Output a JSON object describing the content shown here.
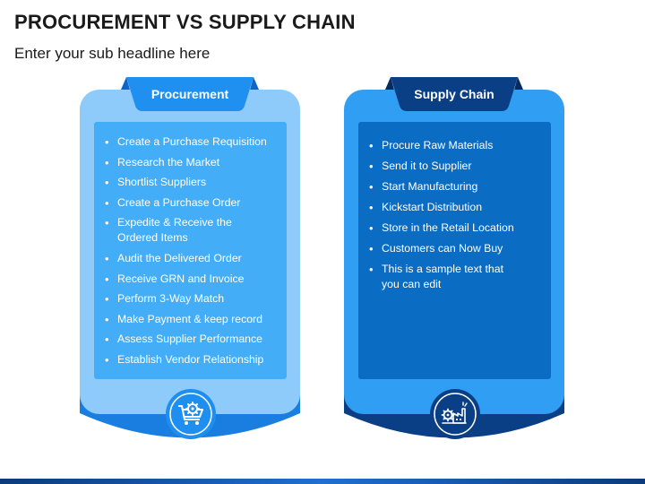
{
  "header": {
    "title": "PROCUREMENT VS SUPPLY CHAIN",
    "subtitle": "Enter your sub headline here"
  },
  "cards": {
    "procurement": {
      "label": "Procurement",
      "icon": "cart-gear-icon",
      "items": [
        "Create a Purchase Requisition",
        "Research the Market",
        "Shortlist Suppliers",
        "Create a Purchase Order",
        "Expedite & Receive the Ordered Items",
        "Audit the Delivered Order",
        "Receive GRN and Invoice",
        "Perform 3-Way Match",
        "Make Payment & keep record",
        "Assess Supplier Performance",
        "Establish Vendor Relationship"
      ]
    },
    "supply_chain": {
      "label": "Supply Chain",
      "icon": "factory-gear-icon",
      "items": [
        "Procure Raw Materials",
        "Send it to Supplier",
        "Start Manufacturing",
        "Kickstart Distribution",
        "Store in the Retail Location",
        "Customers can Now Buy",
        "This is a sample text that you can edit"
      ]
    }
  },
  "colors": {
    "left_card": "#8ecbfb",
    "left_panel": "#43aef7",
    "left_tab": "#1f8ff0",
    "right_card": "#2f9ef3",
    "right_panel": "#0b6cc3",
    "right_tab": "#0a3f86",
    "bottom_bar": "#1f6fd1"
  }
}
